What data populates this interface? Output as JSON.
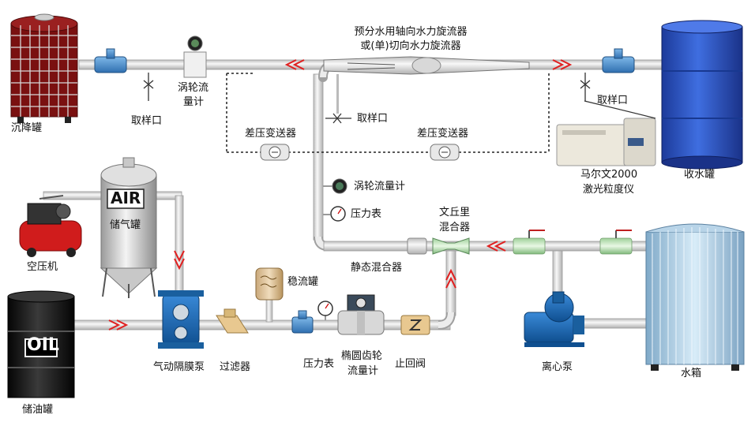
{
  "labels": {
    "settling_tank": "沉降罐",
    "sampling_port_1": "取样口",
    "turbine_flowmeter_1_line1": "涡轮流",
    "turbine_flowmeter_1_line2": "量计",
    "separator_title_line1": "预分水用轴向水力旋流器",
    "separator_title_line2": "或(单)切向水力旋流器",
    "sampling_port_2": "取样口",
    "sampling_port_3": "取样口",
    "dp_transmitter_1": "差压变送器",
    "dp_transmitter_2": "差压变送器",
    "turbine_flowmeter_2": "涡轮流量计",
    "pressure_gauge_1": "压力表",
    "collection_tank": "收水罐",
    "particle_analyzer_line1": "马尔文2000",
    "particle_analyzer_line2": "激光粒度仪",
    "air_tank_text": "AIR",
    "air_tank_label": "储气罐",
    "compressor": "空压机",
    "venturi_mixer_line1": "文丘里",
    "venturi_mixer_line2": "混合器",
    "static_mixer": "静态混合器",
    "surge_tank": "稳流罐",
    "oil_drum_text": "OIL",
    "oil_tank": "储油罐",
    "diaphragm_pump": "气动隔膜泵",
    "filter": "过滤器",
    "pressure_gauge_2": "压力表",
    "oval_gear_flowmeter_line1": "椭圆齿轮",
    "oval_gear_flowmeter_line2": "流量计",
    "check_valve": "止回阀",
    "centrifugal_pump": "离心泵",
    "water_tank": "水箱"
  },
  "colors": {
    "pipe": "#e6e6e6",
    "pipe_edge": "#9a9a9a",
    "flow_arrow": "#e02020",
    "settling_tank": "#8a1414",
    "collection_tank": "#2a52c8",
    "water_tank": "#a8c8e0",
    "valve": "#3f86c8",
    "pump": "#1f6fb0",
    "oil_drum": "#151515"
  }
}
